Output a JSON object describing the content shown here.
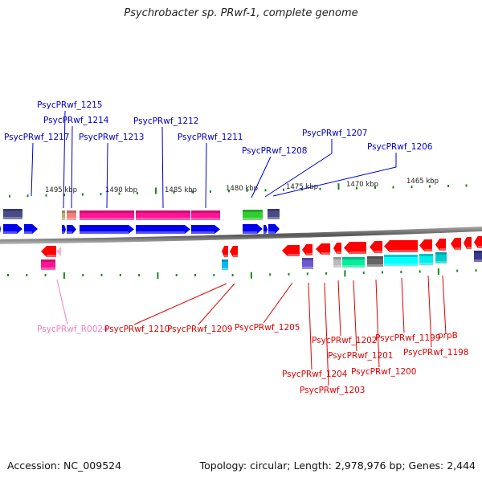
{
  "title": "Psychrobacter sp. PRwf-1, complete genome",
  "footer": {
    "accession": "Accession: NC_009524",
    "summary": "Topology: circular; Length: 2,978,976 bp; Genes: 2,444"
  },
  "colors": {
    "forward_label": "#0000cc",
    "reverse_label": "#e00000",
    "rna_label": "#f080c0",
    "tick": "#1a8a1a",
    "backbone": "#777777"
  },
  "scale": {
    "ticks": [
      {
        "label": "1495 kbp"
      },
      {
        "label": "1490 kbp"
      },
      {
        "label": "1485 kbp"
      },
      {
        "label": "1480 kbp"
      },
      {
        "label": "1475 kbp"
      },
      {
        "label": "1470 kbp"
      },
      {
        "label": "1465 kbp"
      }
    ]
  },
  "forward_genes": [
    {
      "name": "PsycPRwf_1217",
      "strand": "+"
    },
    {
      "name": "PsycPRwf_1215",
      "strand": "+"
    },
    {
      "name": "PsycPRwf_1214",
      "strand": "+"
    },
    {
      "name": "PsycPRwf_1213",
      "strand": "+"
    },
    {
      "name": "PsycPRwf_1212",
      "strand": "+"
    },
    {
      "name": "PsycPRwf_1211",
      "strand": "+"
    },
    {
      "name": "PsycPRwf_1208",
      "strand": "+"
    },
    {
      "name": "PsycPRwf_1207",
      "strand": "+"
    },
    {
      "name": "PsycPRwf_1206",
      "strand": "+"
    }
  ],
  "reverse_genes": [
    {
      "name": "PsycPRwf_R0024",
      "strand": "-",
      "type": "rna"
    },
    {
      "name": "PsycPRwf_1210",
      "strand": "-"
    },
    {
      "name": "PsycPRwf_1209",
      "strand": "-"
    },
    {
      "name": "PsycPRwf_1205",
      "strand": "-"
    },
    {
      "name": "PsycPRwf_1204",
      "strand": "-"
    },
    {
      "name": "PsycPRwf_1203",
      "strand": "-"
    },
    {
      "name": "PsycPRwf_1202",
      "strand": "-"
    },
    {
      "name": "PsycPRwf_1201",
      "strand": "-"
    },
    {
      "name": "PsycPRwf_1200",
      "strand": "-"
    },
    {
      "name": "PsycPRwf_1199",
      "strand": "-"
    },
    {
      "name": "PsycPRwf_1198",
      "strand": "-"
    },
    {
      "name": "prpB",
      "strand": "-"
    }
  ]
}
